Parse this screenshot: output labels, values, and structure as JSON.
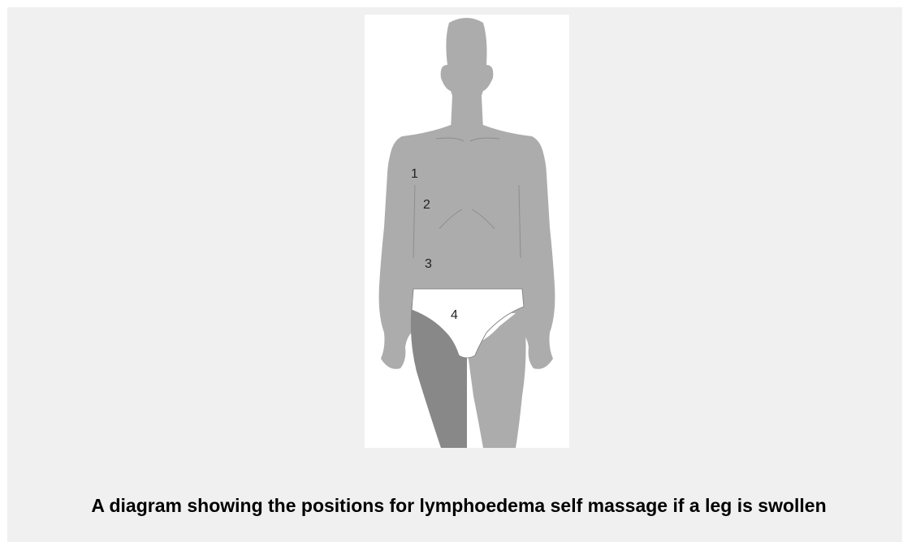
{
  "diagram": {
    "position_labels": [
      "1",
      "2",
      "3",
      "4"
    ],
    "colors": {
      "body": "#acacac",
      "swollen_leg": "#888888",
      "underwear": "#ffffff",
      "background": "#f0f0f0"
    }
  },
  "caption": {
    "text": "A diagram showing the positions for lymphoedema self massage if a leg is swollen"
  }
}
